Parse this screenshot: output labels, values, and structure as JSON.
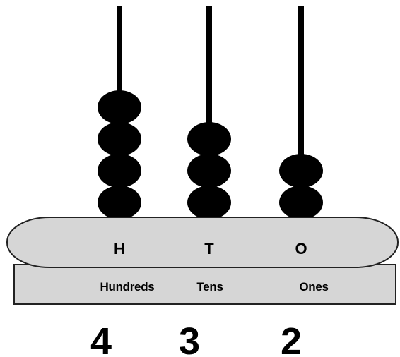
{
  "columns": [
    {
      "letter": "H",
      "name": "Hundreds",
      "digit": "4",
      "beads": 4
    },
    {
      "letter": "T",
      "name": "Tens",
      "digit": "3",
      "beads": 3
    },
    {
      "letter": "O",
      "name": "Ones",
      "digit": "2",
      "beads": 2
    }
  ],
  "colors": {
    "rod": "#000000",
    "bead": "#000000",
    "base": "#d6d6d6",
    "outline": "#222222"
  }
}
